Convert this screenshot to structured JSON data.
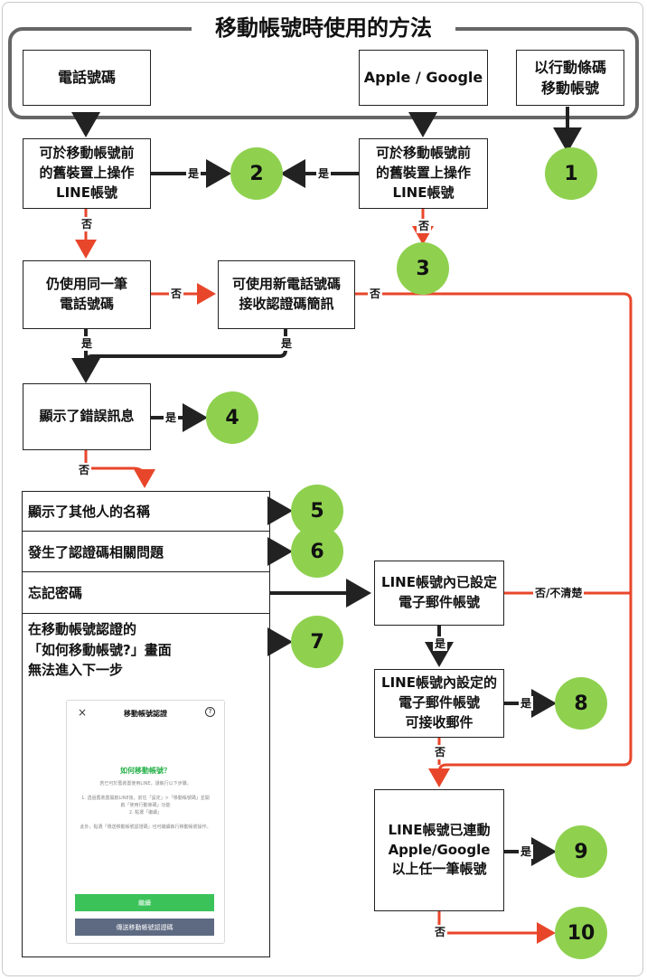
{
  "title": "移動帳號時使用的方法",
  "top_options": {
    "phone": "電話號碼",
    "apple_google": "Apple / Google",
    "transfer_qr": "以行動條碼\n移動帳號"
  },
  "nodes": {
    "old_device_left": "可於移動帳號前\n的舊裝置上操作\nLINE帳號",
    "old_device_right": "可於移動帳號前\n的舊裝置上操作\nLINE帳號",
    "same_number": "仍使用同一筆\n電話號碼",
    "new_number_sms": "可使用新電話號碼\n接收認證碼簡訊",
    "error_shown": "顯示了錯誤訊息",
    "email_set": "LINE帳號內已設定\n電子郵件帳號",
    "email_receivable": "LINE帳號內設定的\n電子郵件帳號\n可接收郵件",
    "apple_google_linked": "LINE帳號已連動\nApple/Google\n以上任一筆帳號"
  },
  "issues": [
    "顯示了其他人的名稱",
    "發生了認證碼相關問題",
    "忘記密碼",
    "在移動帳號認證的\n「如何移動帳號?」畫面\n無法進入下一步"
  ],
  "labels": {
    "yes": "是",
    "no": "否",
    "no_unclear": "否/不清楚"
  },
  "results": [
    "1",
    "2",
    "3",
    "4",
    "5",
    "6",
    "7",
    "8",
    "9",
    "10"
  ],
  "phone_mock": {
    "title": "移動帳號認證",
    "close_icon": "×",
    "help_icon": "?",
    "subtitle": "如何移動帳號？",
    "description": "若已可於舊裝置使用LINE，請執行以下步驟。\n\n1. 透過舊裝置開啟LINE後，前往「設定」>「移動帳號碼」並開啟「使用行動條碼」功能\n2. 點選「繼續」\n\n此外，點選「傳送移動帳號認證碼」也可繼續執行移動帳號操作。",
    "primary_button": "繼續",
    "secondary_button": "傳送移動帳號認證碼"
  },
  "colors": {
    "green": "#8fd14f",
    "red_arrow": "#e8462a",
    "dark_arrow": "#222222"
  }
}
